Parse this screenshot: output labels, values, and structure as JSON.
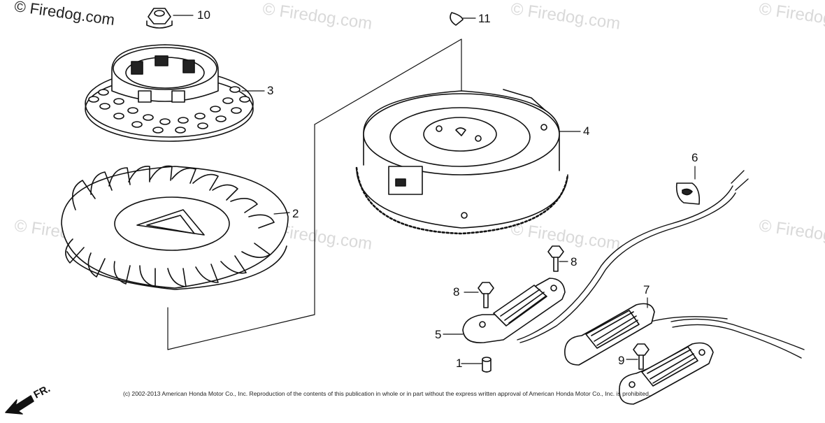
{
  "watermark": "© Firedog.com",
  "callouts": {
    "p1": "1",
    "p2": "2",
    "p3": "3",
    "p4": "4",
    "p5": "5",
    "p6": "6",
    "p7": "7",
    "p8a": "8",
    "p8b": "8",
    "p9": "9",
    "p10": "10",
    "p11": "11"
  },
  "direction": "FR.",
  "copyright": "(c) 2002-2013 American Honda Motor Co., Inc. Reproduction of the contents of this publication in whole or in part without the express written approval of American Honda Motor Co., Inc. is prohibited."
}
